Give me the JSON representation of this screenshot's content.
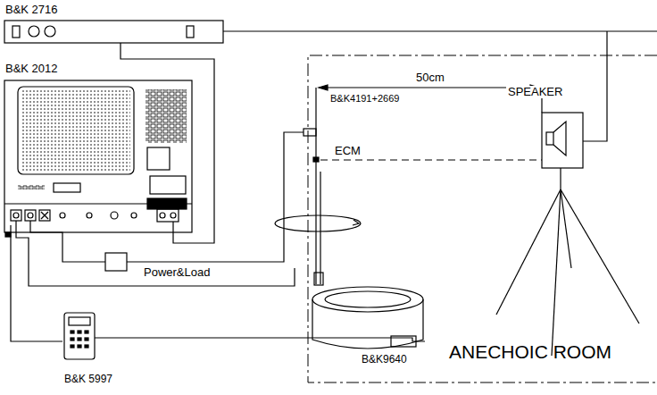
{
  "diagram": {
    "nodes": [
      {
        "text": [
          "ANECHOIC ROOM"
        ]
      }
    ],
    "labels": [
      "B&K 2716",
      "B&K 2012",
      "B&K4191+2669",
      "50cm",
      "SPEAKER",
      "ECM",
      "Power&Load",
      "B&K9640",
      "B&K 5997"
    ]
  }
}
